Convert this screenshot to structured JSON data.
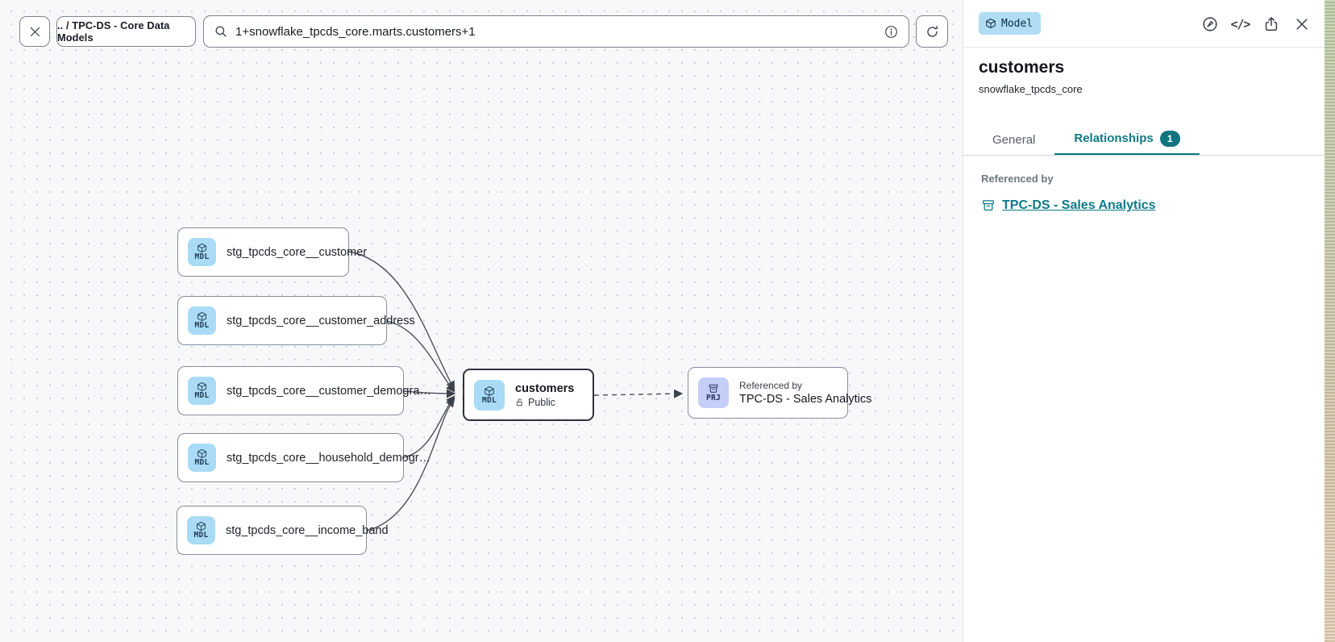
{
  "toolbar": {
    "breadcrumb": ".. / TPC-DS - Core Data Models",
    "search": {
      "value": "1+snowflake_tpcds_core.marts.customers+1"
    }
  },
  "side_panel": {
    "type_badge": "Model",
    "title": "customers",
    "subtitle": "snowflake_tpcds_core",
    "tabs": {
      "general": "General",
      "relationships": "Relationships",
      "relationships_count": "1"
    },
    "referenced_by_label": "Referenced by",
    "referenced_by_link": "TPC-DS - Sales Analytics"
  },
  "graph": {
    "upstream_nodes": [
      {
        "badge": "MDL",
        "label": "stg_tpcds_core__customer"
      },
      {
        "badge": "MDL",
        "label": "stg_tpcds_core__customer_address"
      },
      {
        "badge": "MDL",
        "label": "stg_tpcds_core__customer_demogra…"
      },
      {
        "badge": "MDL",
        "label": "stg_tpcds_core__household_demogr…"
      },
      {
        "badge": "MDL",
        "label": "stg_tpcds_core__income_band"
      }
    ],
    "selected_node": {
      "badge": "MDL",
      "title": "customers",
      "access": "Public"
    },
    "downstream_node": {
      "badge": "PRJ",
      "kicker": "Referenced by",
      "title": "TPC-DS - Sales Analytics"
    }
  },
  "colors": {
    "accent_teal": "#0e7a84",
    "model_badge_bg": "#a9dbf6",
    "project_badge_bg": "#c5cdf9",
    "type_chip_bg": "#b0ddf4",
    "canvas_bg": "#f7f8fa"
  }
}
